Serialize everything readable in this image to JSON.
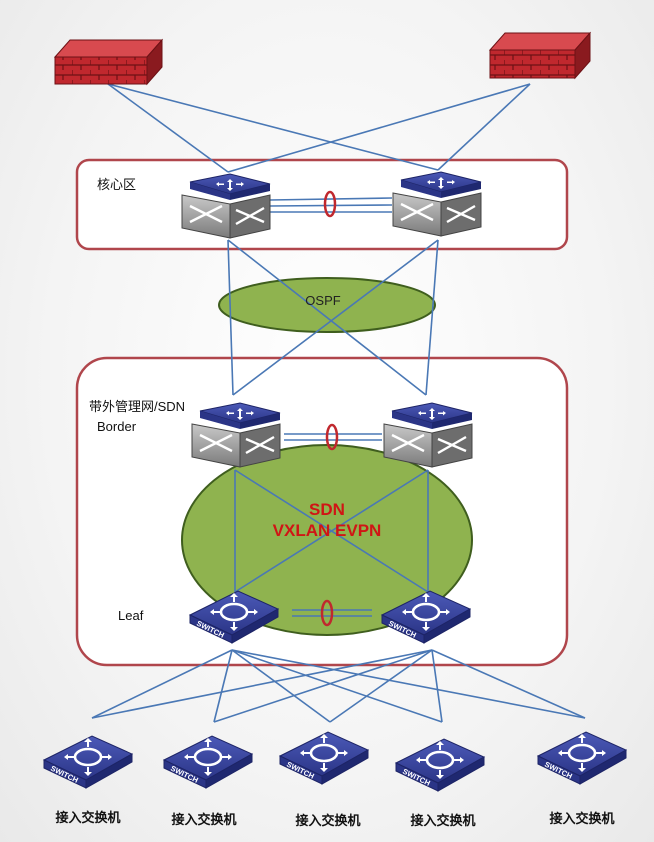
{
  "zones": {
    "core_label": "核心区",
    "oob_label": "带外管理网/SDN",
    "border_label": "Border",
    "leaf_label": "Leaf"
  },
  "clouds": {
    "ospf_label": "OSPF",
    "sdn_line1": "SDN",
    "sdn_line2": "VXLAN EVPN"
  },
  "access_switches": [
    {
      "label": "接入交换机"
    },
    {
      "label": "接入交换机"
    },
    {
      "label": "接入交换机"
    },
    {
      "label": "接入交换机"
    },
    {
      "label": "接入交换机"
    }
  ],
  "switch_text": "SWITCH",
  "colors": {
    "zone_border": "#b0464c",
    "link": "#4a78b5",
    "cloud_fill": "#8fb34f",
    "cloud_stroke": "#3f5e1e",
    "firewall": "#c0282e",
    "switch_blue": "#2f3a8f",
    "sdn_text": "#d01515"
  }
}
